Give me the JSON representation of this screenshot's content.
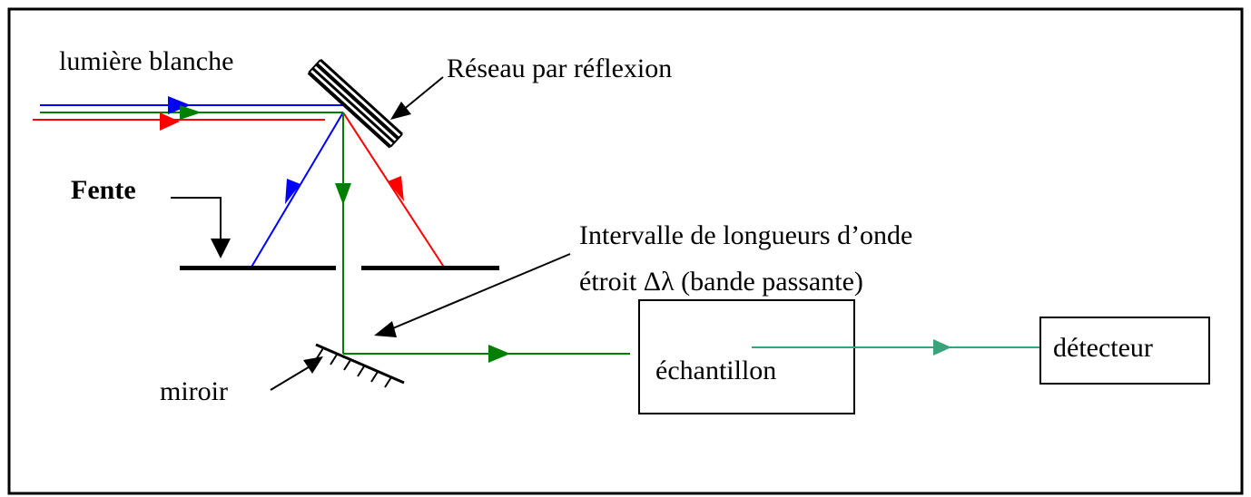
{
  "labels": {
    "white_light": "lumière blanche",
    "grating": "Réseau par réflexion",
    "slit": "Fente",
    "interval_line1": "Intervalle de longueurs d’onde",
    "interval_line2": "étroit Δλ (bande passante)",
    "mirror": "miroir",
    "sample": "échantillon",
    "detector": "détecteur"
  },
  "colors": {
    "blue_ray": "#0000ff",
    "green_ray": "#008000",
    "red_ray": "#ff0000",
    "output_ray": "#3aa37a",
    "outline": "#000000",
    "background": "#ffffff"
  }
}
